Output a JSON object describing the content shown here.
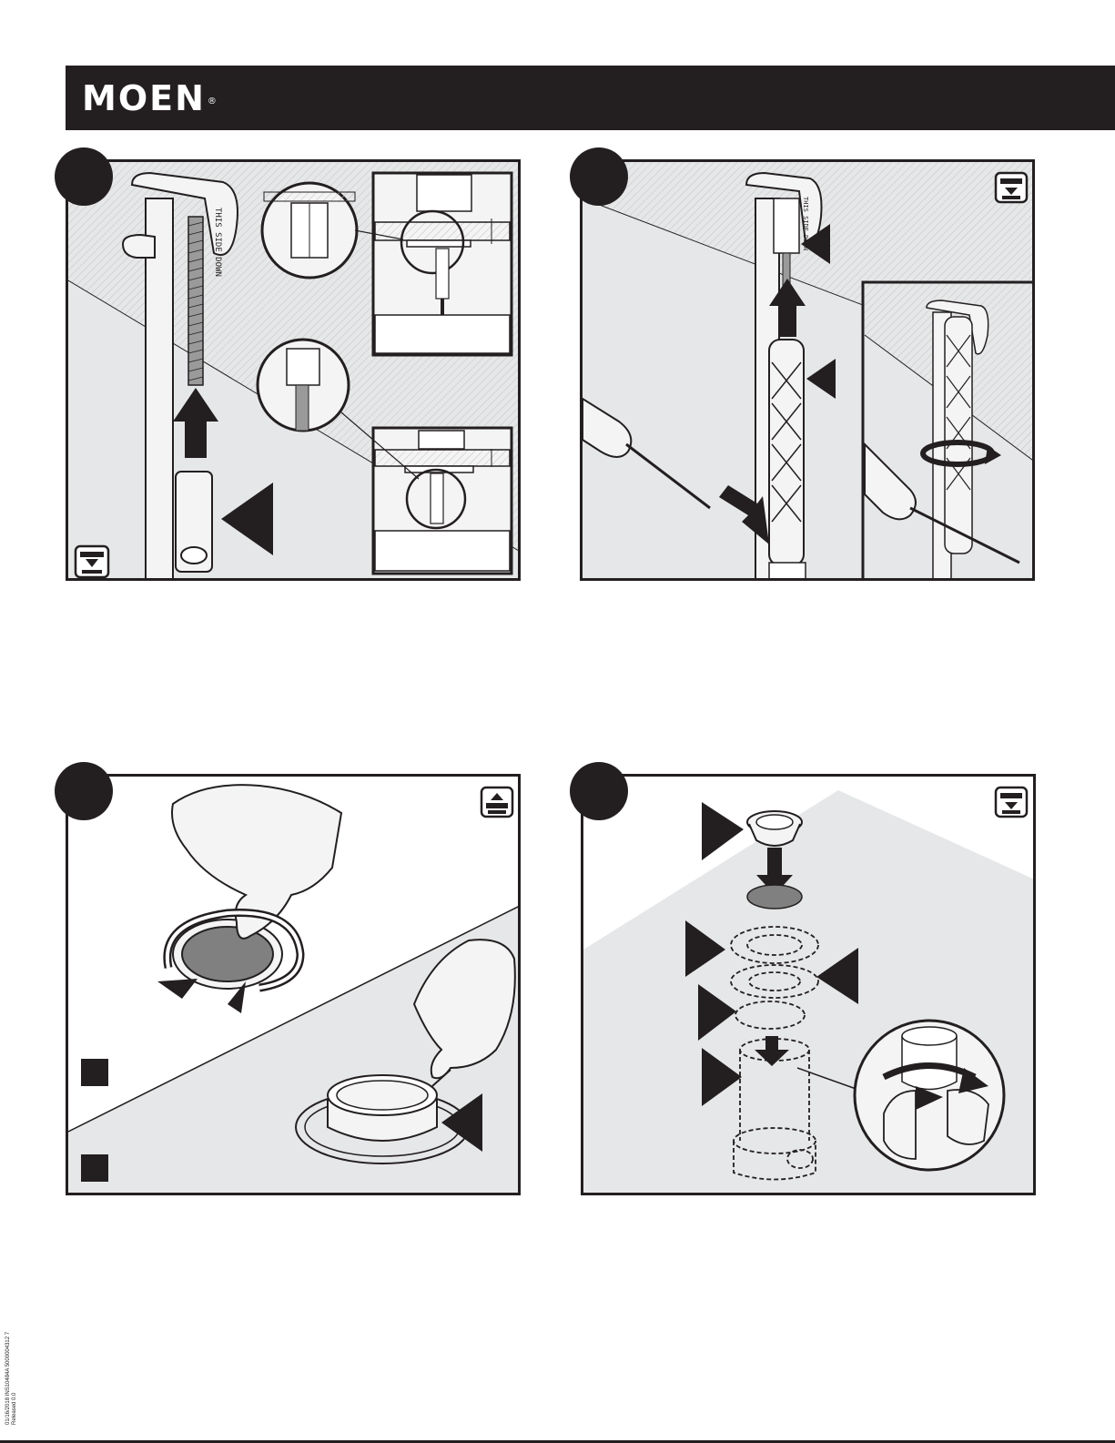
{
  "header": {
    "brand": "MOEN",
    "trademark": "®"
  },
  "panels": [
    {
      "id": "panel-1",
      "label": "THIS SIDE DOWN"
    },
    {
      "id": "panel-2",
      "label": "THIS SIDE DOWN"
    },
    {
      "id": "panel-3"
    },
    {
      "id": "panel-4"
    }
  ],
  "footer": {
    "code": "01/16/2018  INS10484A  5000004312 7",
    "release": "Released 0.0"
  },
  "colors": {
    "ink": "#231f20",
    "panel_bg": "#e6e7e8",
    "hatch": "#c8c8c8",
    "drain_gray": "#808080"
  },
  "icons": [
    "arrow-up-icon",
    "arrow-down-icon",
    "rotate-arrow-icon",
    "pointer-triangle-icon",
    "below-deck-icon",
    "above-deck-icon"
  ]
}
